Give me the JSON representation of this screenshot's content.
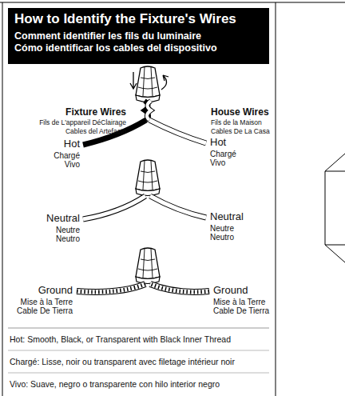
{
  "diagram": {
    "nodes": [
      {
        "text": [
          "How to Identify the Fixture's Wires",
          "Comment identifier les fils du luminaire",
          "Cómo identificar los cables del dispositivo"
        ]
      }
    ],
    "labels": [
      "Fixture Wires",
      "Fils de L'appareil DéClairage",
      "Cables del Artefacto",
      "House Wires",
      "Fils de la Maison",
      "Cables De La Casa",
      "Hot",
      "Chargé",
      "Vivo",
      "Hot",
      "Chargé",
      "Vivo",
      "Neutral",
      "Neutre",
      "Neutro",
      "Neutral",
      "Neutre",
      "Neutro",
      "Ground",
      "Mise à la Terre",
      "Cable De Tierra",
      "Ground",
      "Mise à la Terre",
      "Cable De Tierra",
      "Hot: Smooth, Black, or Transparent with Black Inner Thread",
      "Chargé: Lisse, noir ou transparent avec filetage intérieur noir",
      "Vivo: Suave, negro o transparente con hilo interior negro"
    ]
  }
}
